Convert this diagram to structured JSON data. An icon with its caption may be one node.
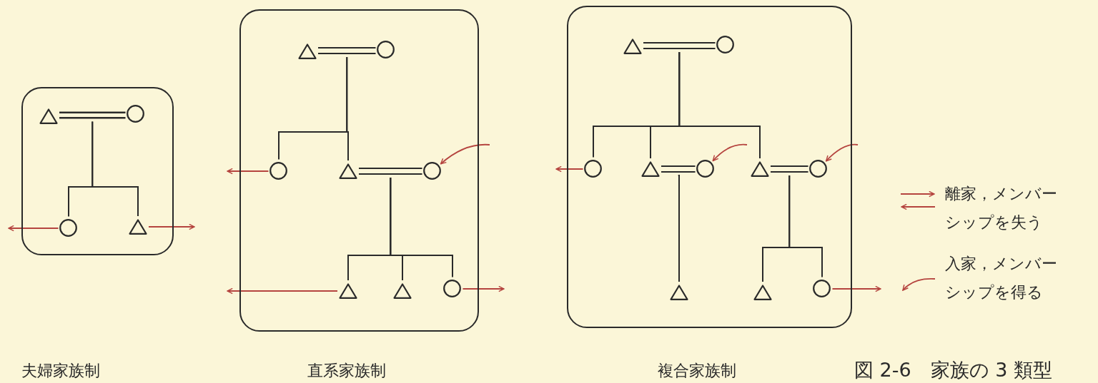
{
  "diagram": {
    "title": "図 2-6　家族の 3 類型",
    "nodes": [
      {
        "text": [],
        "shape": "box"
      },
      {
        "text": [],
        "shape": "triangle",
        "in": 0
      },
      {
        "text": [],
        "shape": "circle",
        "in": 0
      },
      {
        "text": [],
        "shape": "circle",
        "in": 0
      },
      {
        "text": [],
        "shape": "triangle",
        "in": 0
      },
      {
        "text": [],
        "shape": "box"
      },
      {
        "text": [],
        "shape": "triangle",
        "in": 5
      },
      {
        "text": [],
        "shape": "circle",
        "in": 5
      },
      {
        "text": [],
        "shape": "circle",
        "in": 5
      },
      {
        "text": [],
        "shape": "triangle",
        "in": 5
      },
      {
        "text": [],
        "shape": "circle",
        "in": 5
      },
      {
        "text": [],
        "shape": "triangle",
        "in": 5
      },
      {
        "text": [],
        "shape": "triangle",
        "in": 5
      },
      {
        "text": [],
        "shape": "circle",
        "in": 5
      },
      {
        "text": [],
        "shape": "box"
      },
      {
        "text": [],
        "shape": "triangle",
        "in": 14
      },
      {
        "text": [],
        "shape": "circle",
        "in": 14
      },
      {
        "text": [],
        "shape": "circle",
        "in": 14
      },
      {
        "text": [],
        "shape": "triangle",
        "in": 14
      },
      {
        "text": [],
        "shape": "circle",
        "in": 14
      },
      {
        "text": [],
        "shape": "triangle",
        "in": 14
      },
      {
        "text": [],
        "shape": "circle",
        "in": 14
      },
      {
        "text": [],
        "shape": "triangle",
        "in": 14
      },
      {
        "text": [],
        "shape": "triangle",
        "in": 14
      },
      {
        "text": [],
        "shape": "circle",
        "in": 14
      }
    ],
    "edges": [
      {
        "from": 1,
        "to": 2,
        "arrow": "none"
      },
      {
        "from": 1,
        "to": 3,
        "arrow": "none"
      },
      {
        "from": 2,
        "to": 3,
        "arrow": "none"
      },
      {
        "from": 1,
        "to": 4,
        "arrow": "none"
      },
      {
        "from": 2,
        "to": 4,
        "arrow": "none"
      },
      {
        "from": 6,
        "to": 7,
        "arrow": "none"
      },
      {
        "from": 6,
        "to": 8,
        "arrow": "none"
      },
      {
        "from": 7,
        "to": 8,
        "arrow": "none"
      },
      {
        "from": 6,
        "to": 9,
        "arrow": "none"
      },
      {
        "from": 7,
        "to": 9,
        "arrow": "none"
      },
      {
        "from": 9,
        "to": 10,
        "arrow": "none"
      },
      {
        "from": 9,
        "to": 11,
        "arrow": "none"
      },
      {
        "from": 10,
        "to": 11,
        "arrow": "none"
      },
      {
        "from": 9,
        "to": 12,
        "arrow": "none"
      },
      {
        "from": 10,
        "to": 12,
        "arrow": "none"
      },
      {
        "from": 9,
        "to": 13,
        "arrow": "none"
      },
      {
        "from": 10,
        "to": 13,
        "arrow": "none"
      },
      {
        "from": 15,
        "to": 16,
        "arrow": "none"
      },
      {
        "from": 15,
        "to": 17,
        "arrow": "none"
      },
      {
        "from": 16,
        "to": 17,
        "arrow": "none"
      },
      {
        "from": 15,
        "to": 18,
        "arrow": "none"
      },
      {
        "from": 16,
        "to": 18,
        "arrow": "none"
      },
      {
        "from": 15,
        "to": 20,
        "arrow": "none"
      },
      {
        "from": 16,
        "to": 20,
        "arrow": "none"
      },
      {
        "from": 18,
        "to": 19,
        "arrow": "none"
      },
      {
        "from": 18,
        "to": 22,
        "arrow": "none"
      },
      {
        "from": 19,
        "to": 22,
        "arrow": "none"
      },
      {
        "from": 20,
        "to": 21,
        "arrow": "none"
      },
      {
        "from": 20,
        "to": 23,
        "arrow": "none"
      },
      {
        "from": 21,
        "to": 23,
        "arrow": "none"
      },
      {
        "from": 20,
        "to": 24,
        "arrow": "none"
      },
      {
        "from": 21,
        "to": 24,
        "arrow": "none"
      },
      {
        "from": 3,
        "to": null,
        "arrow": "to",
        "color": "#b5443f"
      },
      {
        "from": 4,
        "to": null,
        "arrow": "to",
        "color": "#b5443f"
      },
      {
        "from": 8,
        "to": null,
        "arrow": "to",
        "color": "#b5443f"
      },
      {
        "from": null,
        "to": 10,
        "arrow": "to",
        "color": "#b5443f"
      },
      {
        "from": 11,
        "to": null,
        "arrow": "to",
        "color": "#b5443f"
      },
      {
        "from": 13,
        "to": null,
        "arrow": "to",
        "color": "#b5443f"
      },
      {
        "from": 17,
        "to": null,
        "arrow": "to",
        "color": "#b5443f"
      },
      {
        "from": null,
        "to": 19,
        "arrow": "to",
        "color": "#b5443f"
      },
      {
        "from": null,
        "to": 21,
        "arrow": "to",
        "color": "#b5443f"
      },
      {
        "from": 24,
        "to": null,
        "arrow": "to",
        "color": "#b5443f"
      }
    ],
    "labels": [
      "夫婦家族制",
      "直系家族制",
      "複合家族制"
    ],
    "legend": [
      {
        "text": "離家，メンバーシップを失う"
      },
      {
        "text": "入家，メンバーシップを得る"
      }
    ]
  }
}
